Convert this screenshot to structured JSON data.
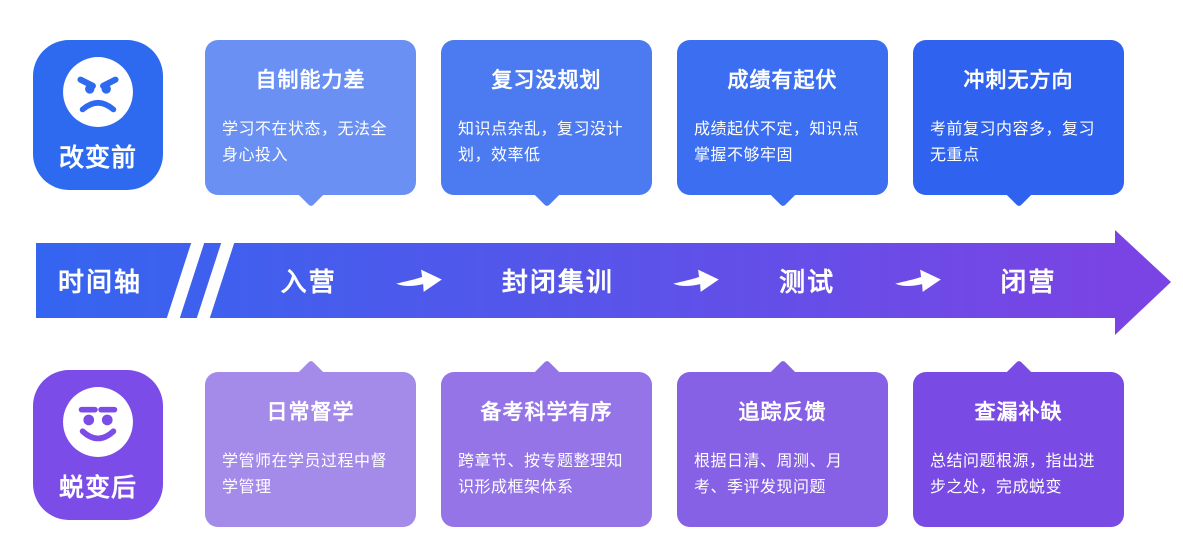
{
  "before": {
    "badge": {
      "label": "改变前",
      "color": "#2D6AF0",
      "emoji": "angry-face"
    },
    "cards": [
      {
        "title": "自制能力差",
        "body": "学习不在状态，无法全身心投入",
        "color": "#6990F2"
      },
      {
        "title": "复习没规划",
        "body": "知识点杂乱，复习没计划，效率低",
        "color": "#4C7BF1"
      },
      {
        "title": "成绩有起伏",
        "body": "成绩起伏不定，知识点掌握不够牢固",
        "color": "#3B6EF0"
      },
      {
        "title": "冲刺无方向",
        "body": "考前复习内容多，复习无重点",
        "color": "#2E62EF"
      }
    ]
  },
  "timeline": {
    "label": "时间轴",
    "stages": [
      "入营",
      "封闭集训",
      "测试",
      "闭营"
    ],
    "gradient_start": "#3465F0",
    "gradient_end": "#7A44E4"
  },
  "after": {
    "badge": {
      "label": "蜕变后",
      "color": "#7B4CE8",
      "emoji": "smiling-face"
    },
    "cards": [
      {
        "title": "日常督学",
        "body": "学管师在学员过程中督学管理",
        "color": "#A48AE9"
      },
      {
        "title": "备考科学有序",
        "body": "跨章节、按专题整理知识形成框架体系",
        "color": "#9474E7"
      },
      {
        "title": "追踪反馈",
        "body": "根据日清、周测、月考、季评发现问题",
        "color": "#8660E5"
      },
      {
        "title": "查漏补缺",
        "body": "总结问题根源，指出进步之处，完成蜕变",
        "color": "#7A4AE4"
      }
    ]
  }
}
